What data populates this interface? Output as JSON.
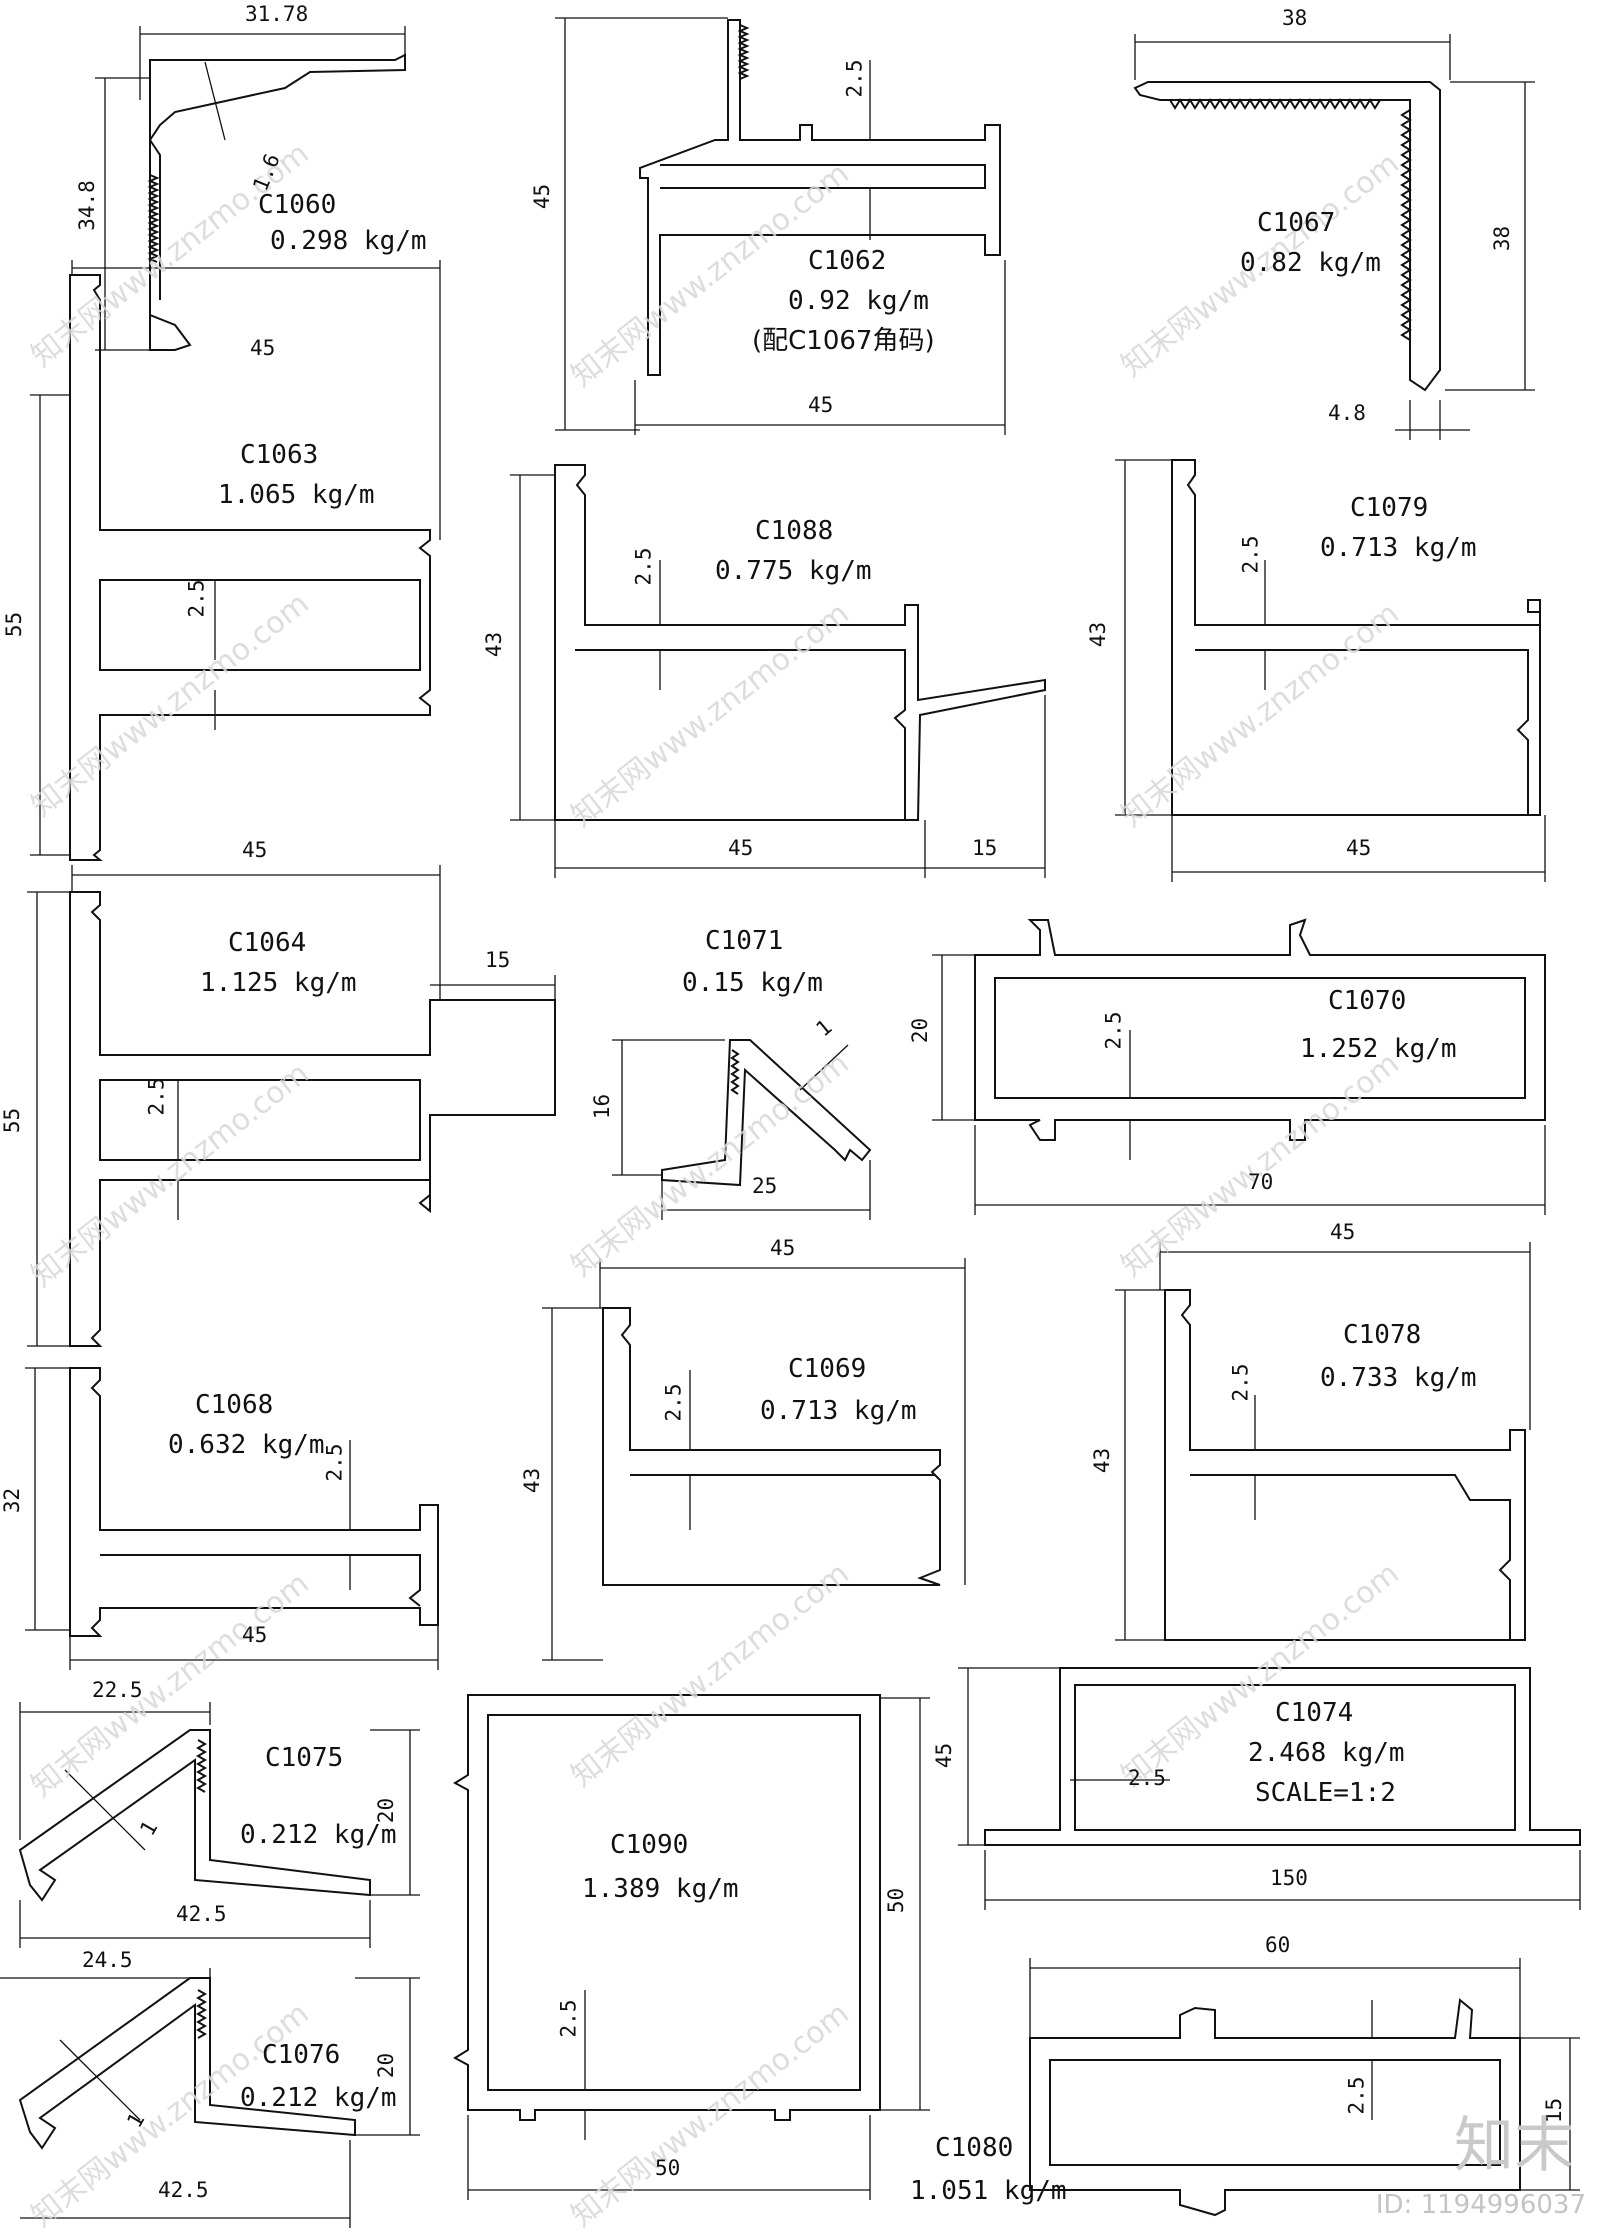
{
  "watermark": "知末网www.znzmo.com",
  "brand": "知末",
  "image_id": "ID: 1194996037",
  "profiles": [
    {
      "code": "C1060",
      "weight": "0.298 kg/m",
      "dims": [
        "31.78",
        "34.8",
        "1.6"
      ]
    },
    {
      "code": "C1062",
      "weight": "0.92 kg/m",
      "note": "(配C1067角码)",
      "dims": [
        "45",
        "2.5",
        "45"
      ]
    },
    {
      "code": "C1067",
      "weight": "0.82 kg/m",
      "dims": [
        "38",
        "38",
        "4.8"
      ]
    },
    {
      "code": "C1063",
      "weight": "1.065 kg/m",
      "dims": [
        "45",
        "55",
        "2.5"
      ]
    },
    {
      "code": "C1088",
      "weight": "0.775 kg/m",
      "dims": [
        "43",
        "2.5",
        "45",
        "15"
      ]
    },
    {
      "code": "C1079",
      "weight": "0.713 kg/m",
      "dims": [
        "43",
        "2.5",
        "45"
      ]
    },
    {
      "code": "C1064",
      "weight": "1.125 kg/m",
      "dims": [
        "45",
        "55",
        "15",
        "2.5"
      ]
    },
    {
      "code": "C1071",
      "weight": "0.15 kg/m",
      "dims": [
        "16",
        "25",
        "1"
      ]
    },
    {
      "code": "C1070",
      "weight": "1.252 kg/m",
      "dims": [
        "20",
        "2.5",
        "70"
      ]
    },
    {
      "code": "C1068",
      "weight": "0.632 kg/m",
      "dims": [
        "32",
        "2.5",
        "45"
      ]
    },
    {
      "code": "C1069",
      "weight": "0.713 kg/m",
      "dims": [
        "45",
        "43",
        "2.5"
      ]
    },
    {
      "code": "C1078",
      "weight": "0.733 kg/m",
      "dims": [
        "45",
        "43",
        "2.5"
      ]
    },
    {
      "code": "C1075",
      "weight": "0.212 kg/m",
      "dims": [
        "22.5",
        "20",
        "1",
        "42.5"
      ]
    },
    {
      "code": "C1090",
      "weight": "1.389 kg/m",
      "dims": [
        "50",
        "2.5",
        "50"
      ]
    },
    {
      "code": "C1074",
      "weight": "2.468 kg/m",
      "scale": "SCALE=1:2",
      "dims": [
        "45",
        "2.5",
        "150"
      ]
    },
    {
      "code": "C1076",
      "weight": "0.212 kg/m",
      "dims": [
        "24.5",
        "20",
        "1",
        "42.5"
      ]
    },
    {
      "code": "C1080",
      "weight": "1.051 kg/m",
      "dims": [
        "60",
        "2.5",
        "15"
      ]
    }
  ]
}
